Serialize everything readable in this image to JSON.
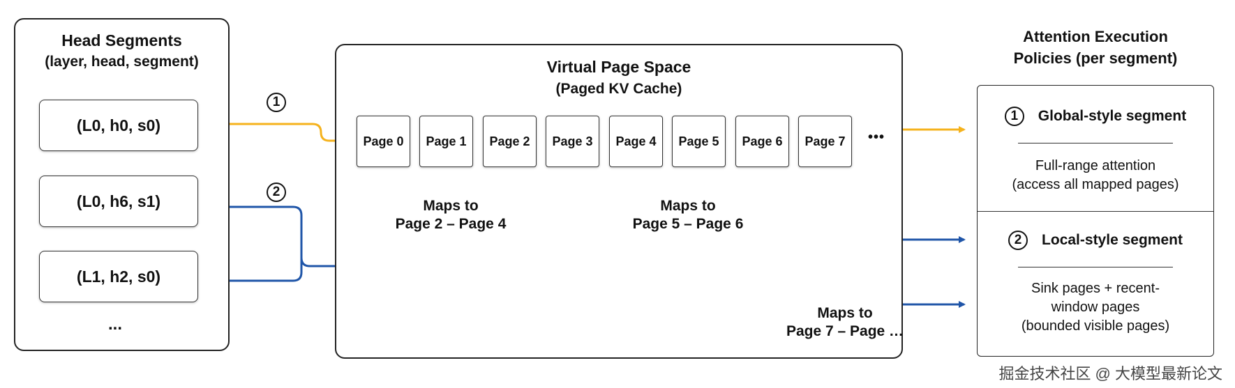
{
  "head_segments": {
    "title": "Head Segments",
    "subtitle": "(layer, head, segment)",
    "items": [
      "(L0, h0, s0)",
      "(L0, h6, s1)",
      "(L1, h2, s0)"
    ],
    "more": "..."
  },
  "markers": {
    "one": "1",
    "two": "2"
  },
  "virtual_page_space": {
    "title": "Virtual Page Space",
    "subtitle": "(Paged KV Cache)",
    "pages": [
      "Page 0",
      "Page 1",
      "Page 2",
      "Page 3",
      "Page 4",
      "Page 5",
      "Page 6",
      "Page 7"
    ],
    "more": "•••",
    "maps": [
      {
        "line1": "Maps to",
        "line2": "Page 2 – Page 4"
      },
      {
        "line1": "Maps to",
        "line2": "Page 5 – Page 6"
      },
      {
        "line1": "Maps to",
        "line2": "Page 7 – Page …"
      }
    ]
  },
  "policies": {
    "title_line1": "Attention Execution",
    "title_line2": "Policies (per segment)",
    "global": {
      "number": "1",
      "name": "Global-style segment",
      "desc_line1": "Full-range attention",
      "desc_line2": "(access all mapped pages)"
    },
    "local": {
      "number": "2",
      "name": "Local-style segment",
      "desc_line1": "Sink pages + recent-",
      "desc_line2": "window pages",
      "desc_line3": "(bounded visible pages)"
    }
  },
  "watermark": "掘金技术社区 @ 大模型最新论文",
  "colors": {
    "global": "#F5B21C",
    "local": "#1F55A8",
    "outline": "#222222"
  }
}
